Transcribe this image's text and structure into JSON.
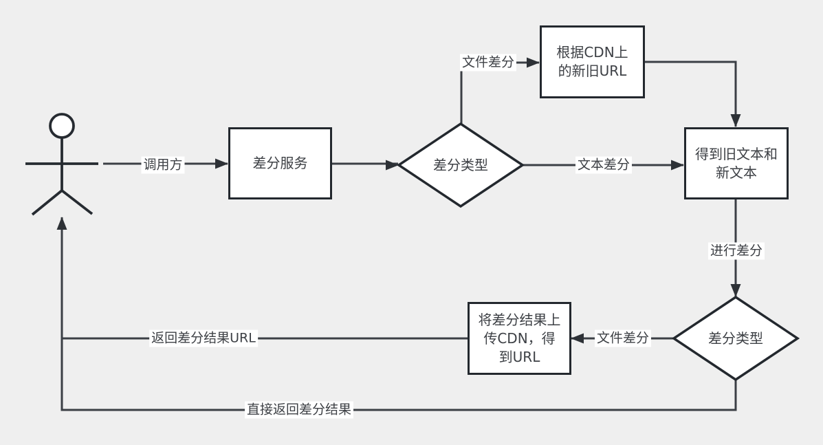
{
  "diagram": {
    "background_color": "#efefef",
    "line_color": "#3b3f45",
    "shape_border_color": "#23282e",
    "shape_fill_color": "#ffffff",
    "text_color": "#3d4045",
    "nodes": {
      "actor": {
        "name": "caller-stick-figure"
      },
      "diff_service": {
        "label": "差分服务",
        "shape": "rectangle"
      },
      "decision_top": {
        "label": "差分类型",
        "shape": "diamond"
      },
      "cdn_urls": {
        "label": "根据CDN上\n的新旧URL",
        "shape": "rectangle"
      },
      "get_texts": {
        "label": "得到旧文本和\n新文本",
        "shape": "rectangle"
      },
      "decision_bottom": {
        "label": "差分类型",
        "shape": "diamond"
      },
      "upload_cdn": {
        "label": "将差分结果上\n传CDN，得\n到URL",
        "shape": "rectangle"
      }
    },
    "edges": {
      "caller": {
        "label": "调用方",
        "from": "actor",
        "to": "diff_service"
      },
      "service_to_decision": {
        "label": "",
        "from": "diff_service",
        "to": "decision_top"
      },
      "file_diff_top": {
        "label": "文件差分",
        "from": "decision_top",
        "to": "cdn_urls"
      },
      "cdn_to_texts": {
        "label": "",
        "from": "cdn_urls",
        "to": "get_texts"
      },
      "text_diff": {
        "label": "文本差分",
        "from": "decision_top",
        "to": "get_texts"
      },
      "do_diff": {
        "label": "进行差分",
        "from": "get_texts",
        "to": "decision_bottom"
      },
      "file_diff_bottom": {
        "label": "文件差分",
        "from": "decision_bottom",
        "to": "upload_cdn"
      },
      "return_url": {
        "label": "返回差分结果URL",
        "from": "upload_cdn",
        "to": "actor"
      },
      "direct_return": {
        "label": "直接返回差分结果",
        "from": "decision_bottom",
        "to": "actor"
      }
    }
  }
}
